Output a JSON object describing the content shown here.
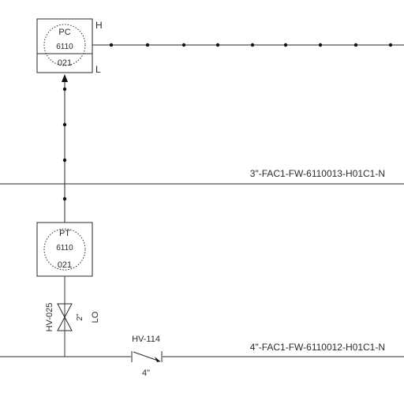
{
  "diagram": {
    "controller": {
      "tag": "PC",
      "loop_number": "6110",
      "suffix": "021",
      "high_label": "H",
      "low_label": "L"
    },
    "transmitter": {
      "tag": "PT",
      "loop_number": "6110",
      "suffix": "021"
    },
    "isolation_valve": {
      "tag": "HV-025",
      "size": "2\"",
      "position": "LO"
    },
    "drain_valve": {
      "tag": "HV-114",
      "size": "4\""
    },
    "lines": {
      "upper": "3\"-FAC1-FW-6110013-H01C1-N",
      "lower": "4\"-FAC1-FW-6110012-H01C1-N"
    },
    "colors": {
      "line": "#2a2a2a",
      "background": "#ffffff"
    }
  }
}
